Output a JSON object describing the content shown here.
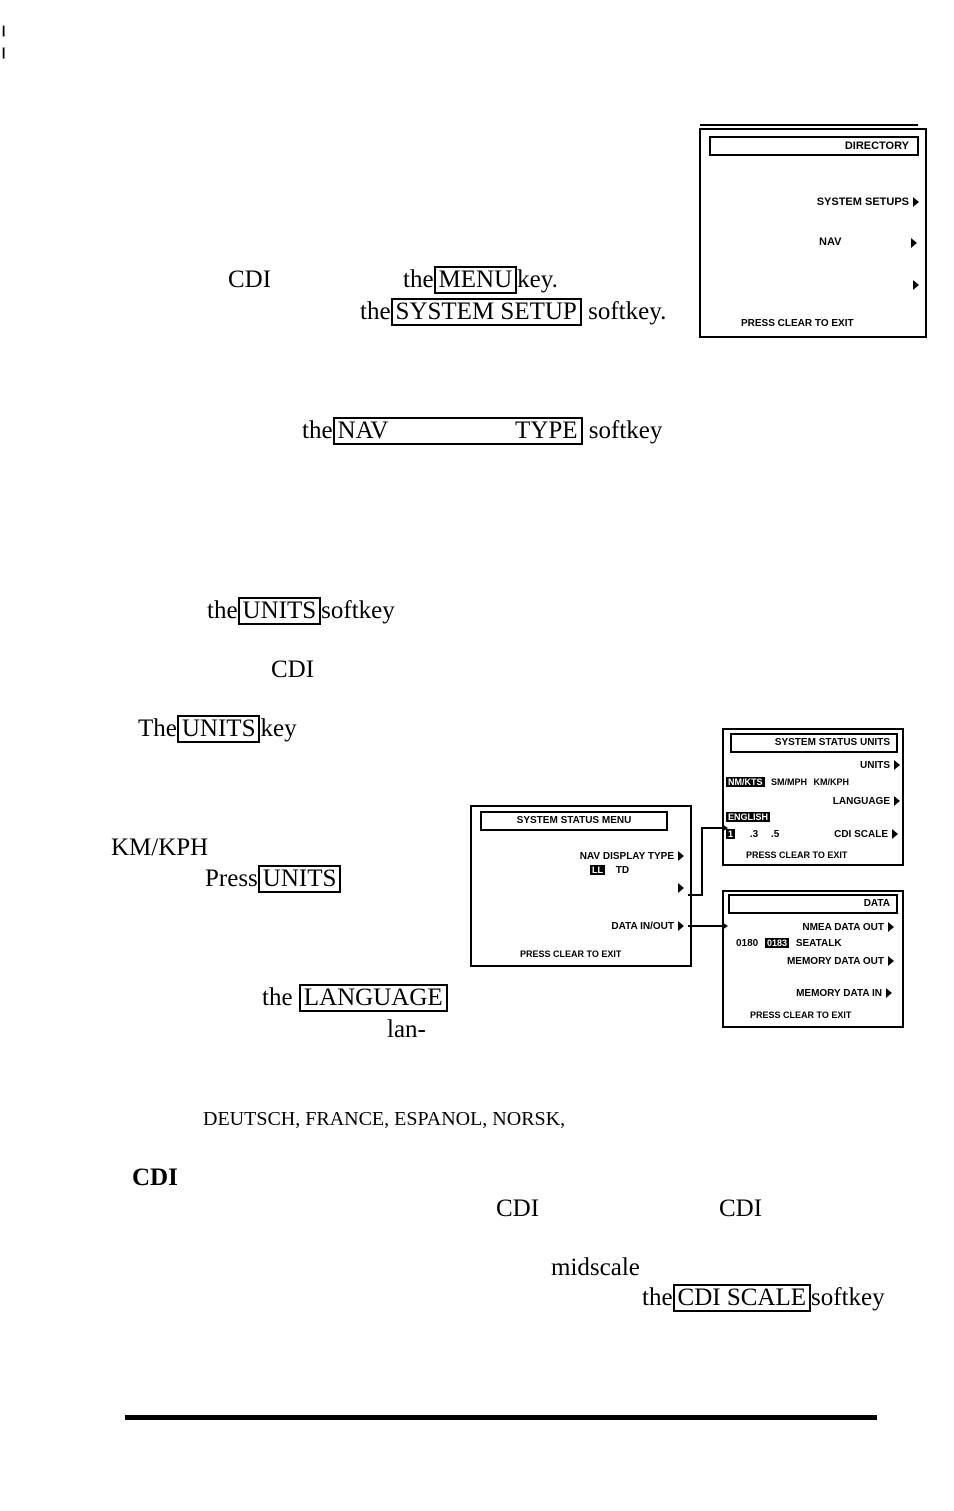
{
  "margin_marks": "¦",
  "body_text": {
    "line1_cdi": "CDI",
    "line1_the": "the",
    "line1_key_menu": "MENU",
    "line1_suffix": "key.",
    "line2_the": "the",
    "line2_key_system_setup": "SYSTEM SETUP",
    "line2_suffix": "softkey.",
    "line3_the": "the",
    "line3_key_nav": "NAV",
    "line3_key_type": "TYPE",
    "line3_suffix": "softkey",
    "line4_the": "the",
    "line4_key_units": "UNITS",
    "line4_suffix": "softkey",
    "line5_cdi": "CDI",
    "line6_the": "The",
    "line6_key_units": "UNITS",
    "line6_suffix": "key",
    "line7_kmkph": "KM/KPH",
    "line8_press": "Press",
    "line8_key_units": "UNITS",
    "line9_the": "the",
    "line9_key_language": "LANGUAGE",
    "line10_lan": "lan-",
    "languages": "DEUTSCH, FRANCE, ESPANOL, NORSK,",
    "heading_cdi": "CDI",
    "line11_cdi_a": "CDI",
    "line11_cdi_b": "CDI",
    "line12_midscale": "midscale",
    "line13_the": "the",
    "line13_key_cdi_scale": "CDI SCALE",
    "line13_suffix": "softkey"
  },
  "screen_directory": {
    "title": "DIRECTORY",
    "items": [
      "SYSTEM SETUPS",
      "NAV",
      ""
    ],
    "footer": "PRESS CLEAR TO EXIT"
  },
  "screen_system_status": {
    "title": "SYSTEM STATUS MENU",
    "nav_display_type": "NAV DISPLAY TYPE",
    "opt_ll": "LL",
    "opt_td": "TD",
    "data_in_out": "DATA IN/OUT",
    "footer": "PRESS CLEAR TO EXIT"
  },
  "screen_units": {
    "title": "SYSTEM STATUS UNITS",
    "units": "UNITS",
    "opt_nmkts": "NM/KTS",
    "opt_smmph": "SM/MPH",
    "opt_kmkph": "KM/KPH",
    "language": "LANGUAGE",
    "opt_english": "ENGLISH",
    "scale_a": "1",
    "scale_b": ".3",
    "scale_c": ".5",
    "cdi_scale": "CDI SCALE",
    "footer": "PRESS CLEAR TO EXIT"
  },
  "screen_data": {
    "title": "DATA",
    "nmea_out": "NMEA DATA OUT",
    "opt_0180": "0180",
    "opt_0183": "0183",
    "seatalk": "SEATALK",
    "memory_out": "MEMORY DATA OUT",
    "memory_in": "MEMORY DATA IN",
    "footer": "PRESS CLEAR TO EXIT"
  }
}
